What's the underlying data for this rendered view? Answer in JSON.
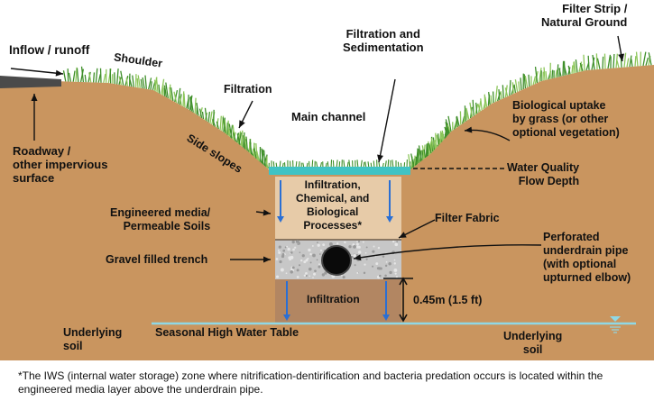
{
  "colors": {
    "soil": "#c9955f",
    "soil_dark": "#b37f4c",
    "grass": "#3f8f2a",
    "grass_light": "#8cc65a",
    "water": "#3fc3c4",
    "water_table": "#8fd8e6",
    "engineered_media": "#e7cba8",
    "gravel": "#c7c7c7",
    "infiltration_zone": "#b28662",
    "road": "#4a4a4a",
    "arrow_blue": "#2a6fd4",
    "text": "#111111"
  },
  "labels": {
    "inflow": "Inflow / runoff",
    "shoulder": "Shoulder",
    "filtration": "Filtration",
    "filtration_sedimentation": "Filtration and\nSedimentation",
    "filter_strip": "Filter Strip /\nNatural Ground",
    "main_channel": "Main channel",
    "side_slopes": "Side slopes",
    "roadway": "Roadway /\nother impervious\nsurface",
    "biological_uptake": "Biological uptake\nby grass (or other\noptional vegetation)",
    "water_quality_depth": "Water Quality\nFlow Depth",
    "processes": "Infiltration,\nChemical, and\nBiological\nProcesses*",
    "engineered_media": "Engineered media/\nPermeable Soils",
    "filter_fabric": "Filter Fabric",
    "gravel_trench": "Gravel filled trench",
    "underdrain": "Perforated\nunderdrain pipe\n(with optional\nupturned elbow)",
    "infiltration": "Infiltration",
    "depth": "0.45m (1.5 ft)",
    "underlying_soil_left": "Underlying\nsoil",
    "underlying_soil_right": "Underlying\nsoil",
    "water_table": "Seasonal High Water Table",
    "footnote": "*The IWS (internal water storage) zone where nitrification-dentirification and bacteria predation occurs is located within the engineered media layer above the underdrain pipe."
  }
}
